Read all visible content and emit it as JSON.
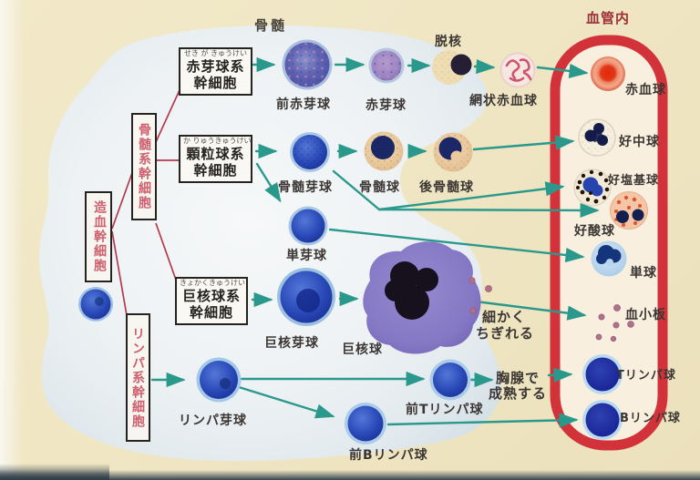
{
  "titles": {
    "bone_marrow": "骨髄",
    "blood_vessel": "血管内"
  },
  "stem_boxes": {
    "hematopoietic": {
      "label": "造血幹細胞"
    },
    "myeloid": {
      "label": "骨髄系幹細胞"
    },
    "lymphoid": {
      "label": "リンパ系幹細胞"
    },
    "erythroid": {
      "furigana": "せき が きゅうけい",
      "line1": "赤芽球系",
      "line2": "幹細胞"
    },
    "granulocyte": {
      "furigana": "か りゅうきゅうけい",
      "line1": "顆粒球系",
      "line2": "幹細胞"
    },
    "megakaryocyte": {
      "furigana": "きょかくきゅうけい",
      "line1": "巨核球系",
      "line2": "幹細胞"
    }
  },
  "cells": {
    "proerythroblast": "前赤芽球",
    "erythroblast": "赤芽球",
    "reticulocyte": "網状赤血球",
    "erythrocyte": "赤血球",
    "myeloblast": "骨髄芽球",
    "myelocyte": "骨髄球",
    "metamyelocyte": "後骨髄球",
    "neutrophil": "好中球",
    "basophil": "好塩基球",
    "eosinophil": "好酸球",
    "monoblast": "単芽球",
    "monocyte": "単球",
    "megakaryoblast": "巨核芽球",
    "megakaryocyte": "巨核球",
    "platelet": "血小板",
    "lymphoblast": "リンパ芽球",
    "pre_t_lymphocyte": "前Tリンパ球",
    "t_lymphocyte": "Tリンパ球",
    "pre_b_lymphocyte": "前Bリンパ球",
    "b_lymphocyte": "Bリンパ球"
  },
  "annotations": {
    "denucleation": "脱核",
    "fragment_line1": "細かく",
    "fragment_line2": "ちぎれる",
    "thymus_line1": "胸腺で",
    "thymus_line2": "成熟する"
  },
  "colors": {
    "background": "#efe5c2",
    "marrow_blob": "#eef2f4",
    "vessel_border": "#d2333a",
    "vessel_fill": "#f8efdf",
    "arrow": "#2a998b",
    "connector_line": "#b23a4e",
    "stem_label_red": "#ce5f6d"
  }
}
